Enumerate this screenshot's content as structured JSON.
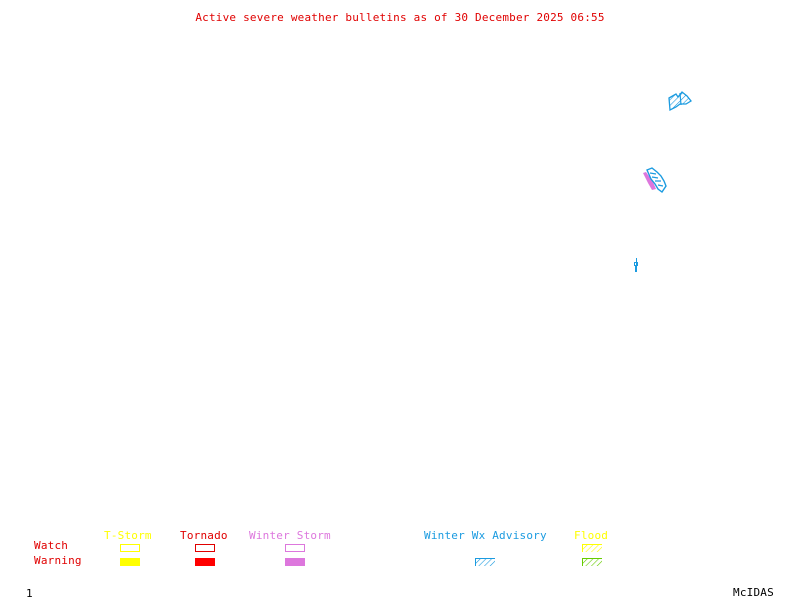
{
  "title": "Active severe weather bulletins as of 30 December 2025 06:55",
  "colors": {
    "title": "#e00000",
    "tstorm": "#ffff00",
    "tornado": "#ff0000",
    "winter_storm": "#dd77dd",
    "winter_wx_advisory": "#1b9be0",
    "flood_watch": "#ffff00",
    "flood_warning": "#66cc00",
    "row_label": "#e00000",
    "footer": "#000000"
  },
  "legend": {
    "row_labels": {
      "watch": "Watch",
      "warning": "Warning"
    },
    "categories": [
      {
        "key": "tstorm",
        "label": "T-Storm",
        "watch": "outline",
        "warning": "filled"
      },
      {
        "key": "tornado",
        "label": "Tornado",
        "watch": "outline",
        "warning": "filled"
      },
      {
        "key": "winter_storm",
        "label": "Winter Storm",
        "watch": "outline",
        "warning": "filled"
      },
      {
        "key": "winter_wx_advisory",
        "label": "Winter Wx Advisory",
        "watch": null,
        "warning": "hatched"
      },
      {
        "key": "flood",
        "label": "Flood",
        "watch": "hatched",
        "warning": "hatched"
      }
    ]
  },
  "map_features": [
    {
      "type": "Winter Wx Advisory",
      "region": "northeast-upper"
    },
    {
      "type": "Winter Wx Advisory",
      "region": "northeast-middle"
    },
    {
      "type": "Winter Storm Warning",
      "region": "northeast-middle"
    },
    {
      "type": "Winter Wx Advisory",
      "region": "east-small"
    }
  ],
  "footer": {
    "frame_number": "1",
    "brand": "McIDAS"
  }
}
